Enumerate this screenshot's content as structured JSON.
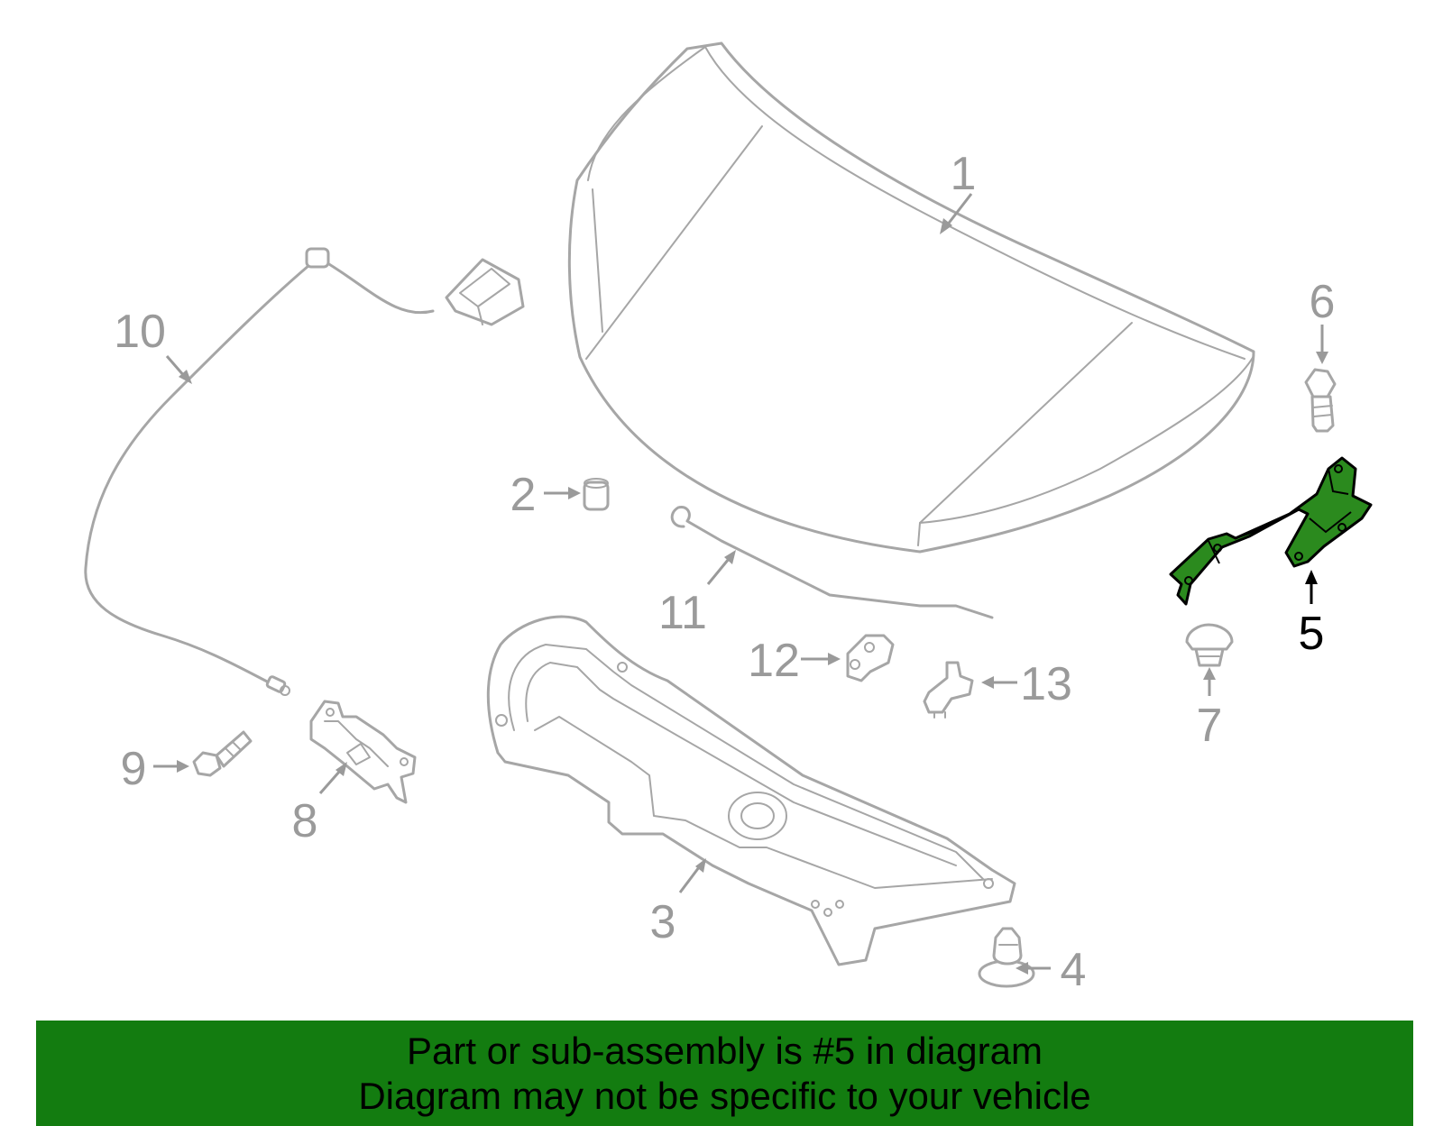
{
  "colors": {
    "banner_background": "#137c10",
    "highlighted_part": "#2b8a1e",
    "part_outline": "#a6a6a6",
    "callout_gray": "#9a9a9a",
    "callout_active": "#000000"
  },
  "highlighted_part": "5",
  "callouts": [
    {
      "number": "1",
      "label": "1"
    },
    {
      "number": "2",
      "label": "2"
    },
    {
      "number": "3",
      "label": "3"
    },
    {
      "number": "4",
      "label": "4"
    },
    {
      "number": "5",
      "label": "5"
    },
    {
      "number": "6",
      "label": "6"
    },
    {
      "number": "7",
      "label": "7"
    },
    {
      "number": "8",
      "label": "8"
    },
    {
      "number": "9",
      "label": "9"
    },
    {
      "number": "10",
      "label": "10"
    },
    {
      "number": "11",
      "label": "11"
    },
    {
      "number": "12",
      "label": "12"
    },
    {
      "number": "13",
      "label": "13"
    }
  ],
  "banner": {
    "line1": "Part or sub-assembly is #5 in diagram",
    "line2": "Diagram may not be specific to your vehicle"
  }
}
